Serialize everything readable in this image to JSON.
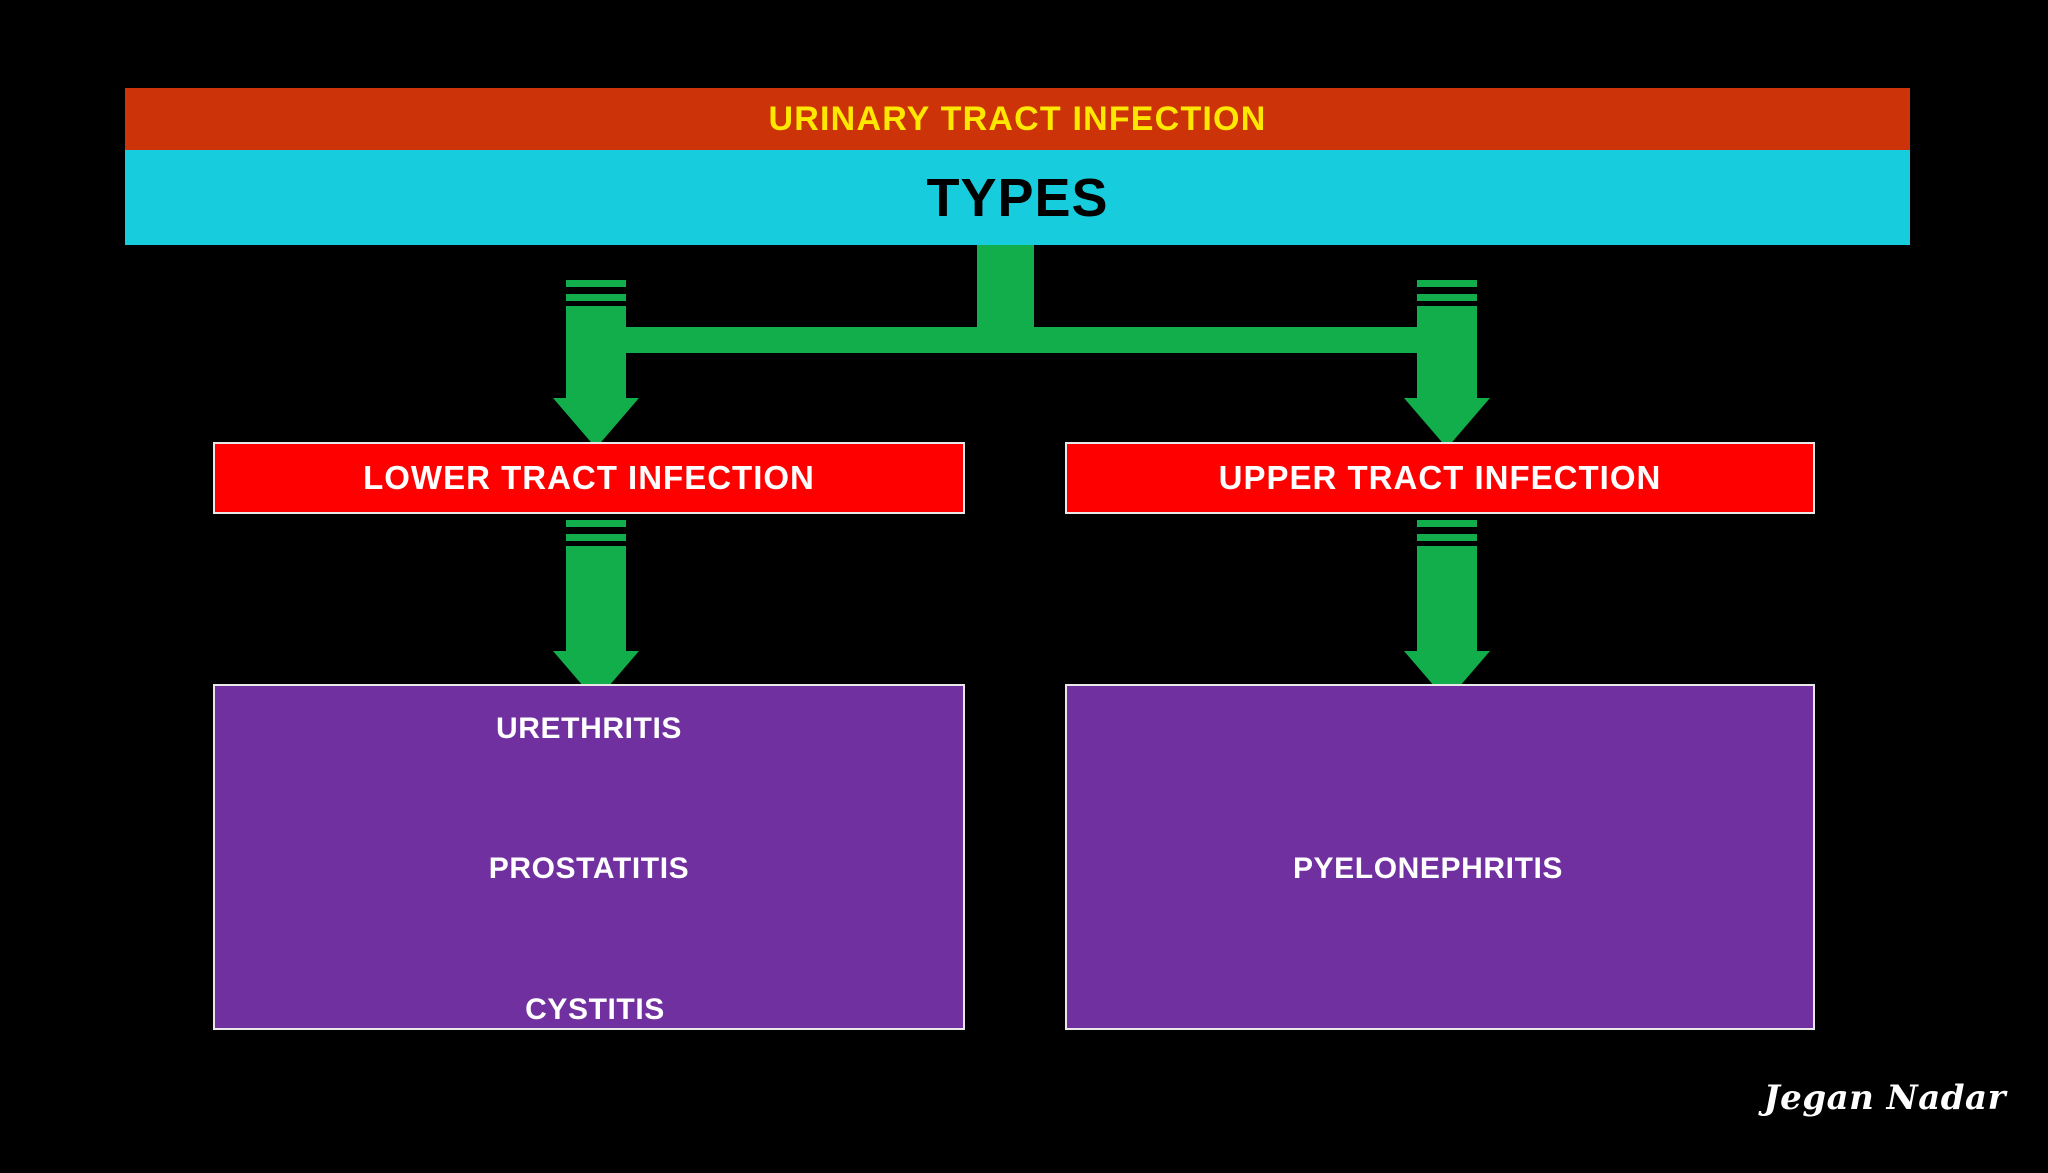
{
  "header": {
    "title": "URINARY TRACT INFECTION",
    "subtitle": "TYPES",
    "title_bg": "#CC3308",
    "title_color": "#FFE800",
    "subtitle_bg": "#17CCDC",
    "subtitle_color": "#000000"
  },
  "branches": [
    {
      "label": "LOWER  TRACT  INFECTION",
      "box_color": "#FF0000",
      "items": [
        "URETHRITIS",
        "PROSTATITIS",
        "CYSTITIS"
      ],
      "items_box_color": "#7030A0"
    },
    {
      "label": "UPPER  TRACT  INFECTION",
      "box_color": "#FF0000",
      "items": [
        "PYELONEPHRITIS"
      ],
      "items_box_color": "#7030A0"
    }
  ],
  "connectors": {
    "color": "#13AE4C",
    "icon": "down-arrow-icon"
  },
  "signature": "Jegan Nadar",
  "background": "#000000"
}
